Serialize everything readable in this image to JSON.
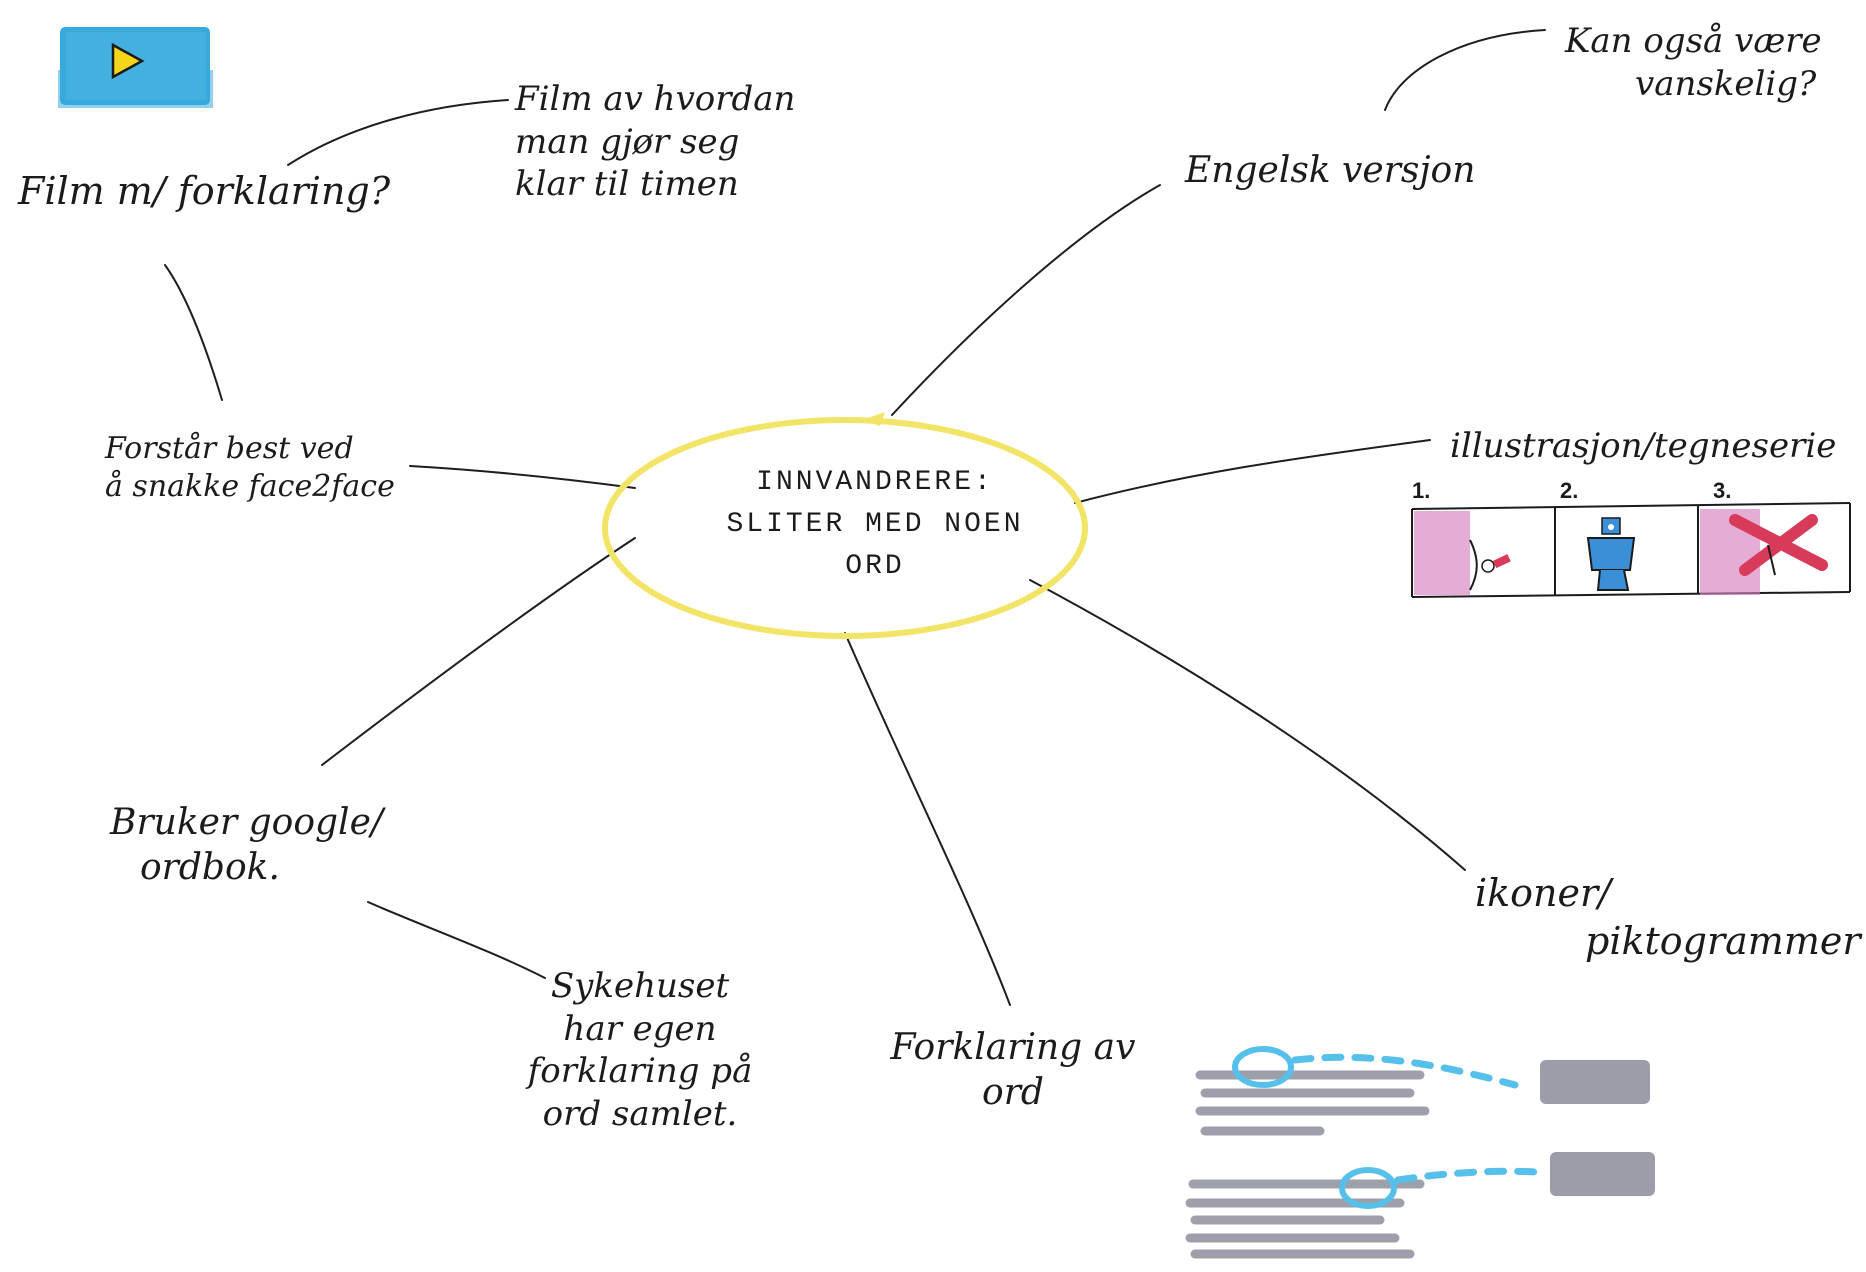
{
  "center": {
    "line1": "INNVANDRERE:",
    "line2": "SLITER MED NOEN",
    "line3": "ORD"
  },
  "nodes": {
    "film_explain": "Film m/ forklaring?",
    "film_howto": [
      "Film av hvordan",
      "man gjør seg",
      "klar til timen"
    ],
    "english": "Engelsk versjon",
    "english_note": [
      "Kan også være",
      "vanskelig?"
    ],
    "face2face": [
      "Forstår best ved",
      "å snakke face2face"
    ],
    "illustration": "illustrasjon/tegneserie",
    "google": [
      "Bruker google/",
      "ordbok."
    ],
    "hospital": [
      "Sykehuset",
      "har egen",
      "forklaring på",
      "ord samlet."
    ],
    "word_explain": [
      "Forklaring av",
      "ord"
    ],
    "icons": [
      "ikoner/",
      "piktogrammer"
    ]
  },
  "comic": {
    "panel_numbers": [
      "1.",
      "2.",
      "3."
    ]
  },
  "icons": {
    "video": "play-video-icon",
    "comic": "comic-strip-illustration",
    "text_lines": "highlighted-text-illustration"
  },
  "colors": {
    "center_ring": "#f2e467",
    "video_blue": "#39a9dc",
    "play_yellow": "#f5d51a",
    "comic_pink": "#d77fc0",
    "comic_blue": "#3a8fd6",
    "comic_red": "#d83a5a",
    "highlight_blue": "#56c0ea",
    "text_grey": "#8c8f9c"
  }
}
